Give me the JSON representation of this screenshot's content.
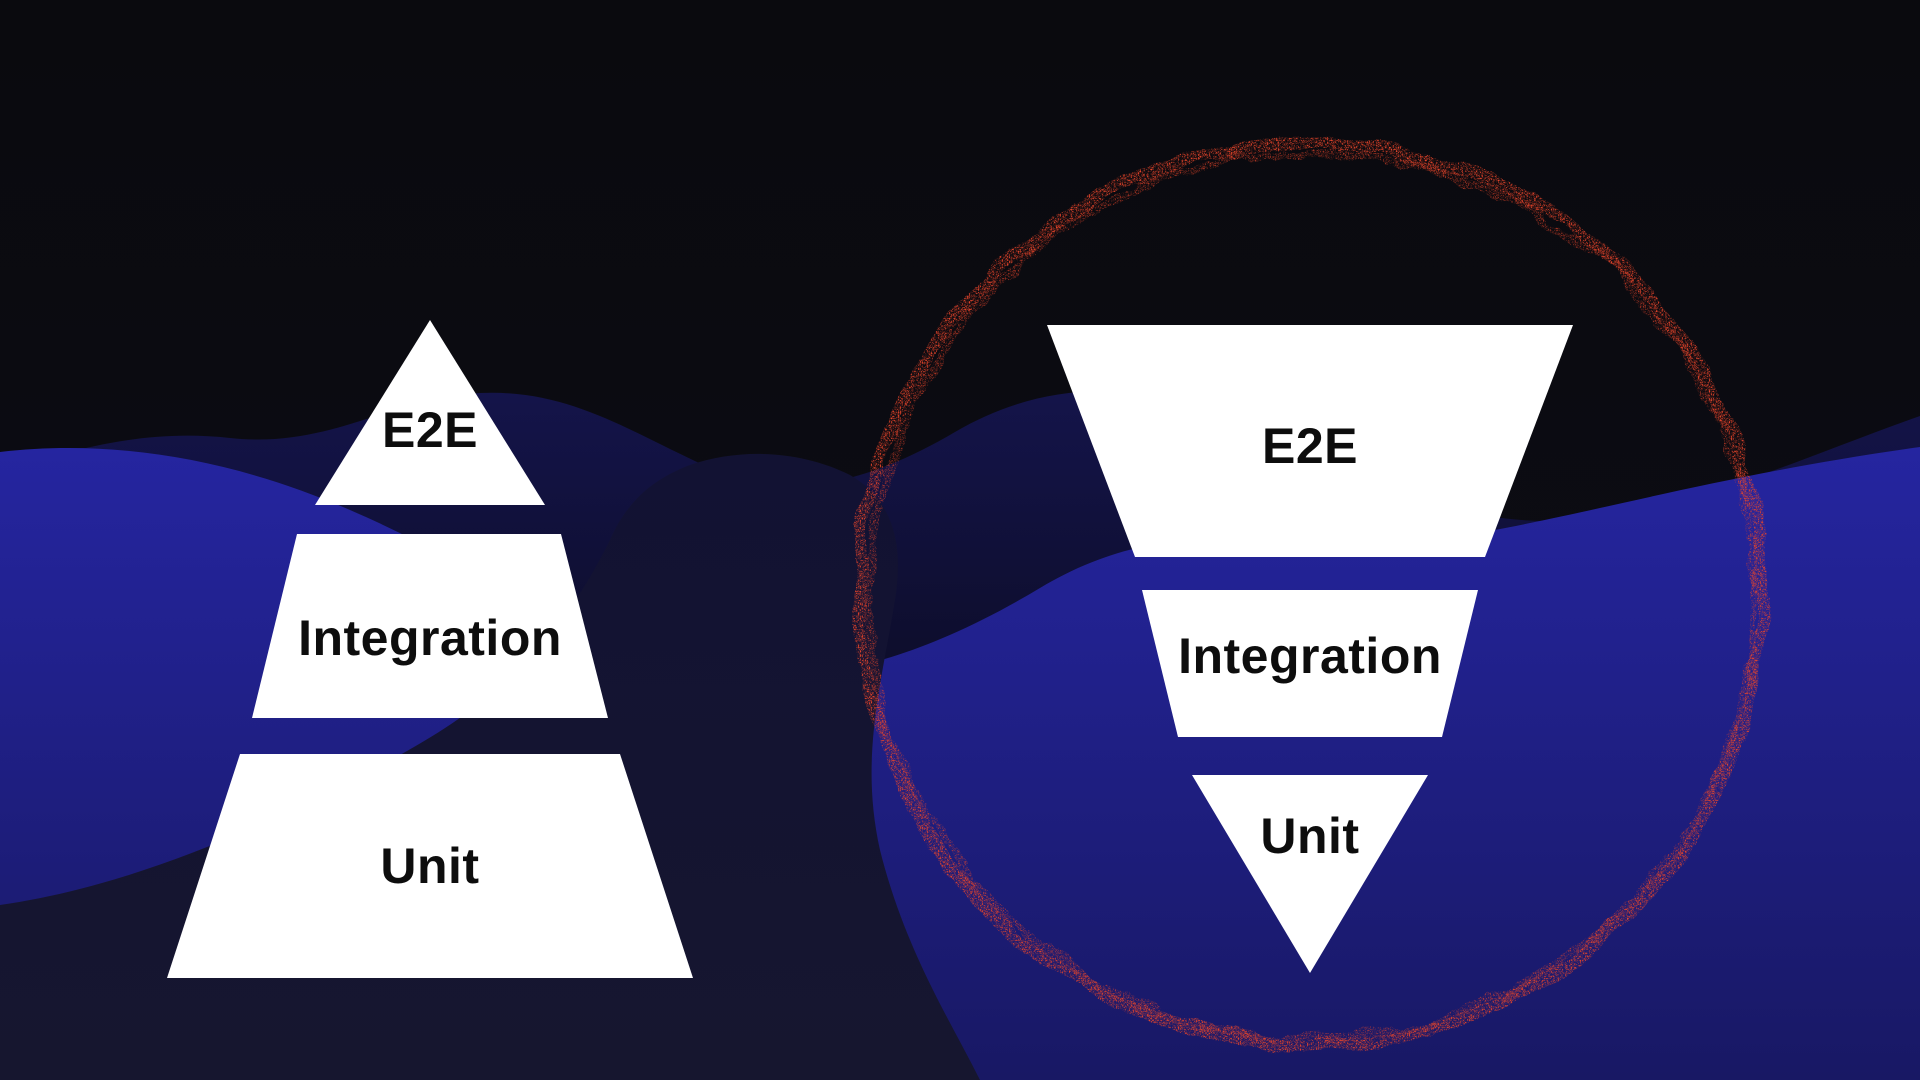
{
  "left_pyramid": {
    "levels": [
      {
        "label": "E2E"
      },
      {
        "label": "Integration"
      },
      {
        "label": "Unit"
      }
    ]
  },
  "right_pyramid": {
    "levels": [
      {
        "label": "E2E"
      },
      {
        "label": "Integration"
      },
      {
        "label": "Unit"
      }
    ]
  },
  "colors": {
    "white_segment": "#ffffff",
    "label_text": "#0d0d0d",
    "annotation_red": "#e7452c",
    "bg_top": "#0a0a0e",
    "bg_bottom": "#0d0d17",
    "hills_far_top": "#14144a",
    "hills_far_bottom": "#0b0b20",
    "wave_bright_top": "#2525a0",
    "wave_bright_bottom": "#181864",
    "wave_front_top": "#121233",
    "wave_front_bottom": "#16162f"
  }
}
